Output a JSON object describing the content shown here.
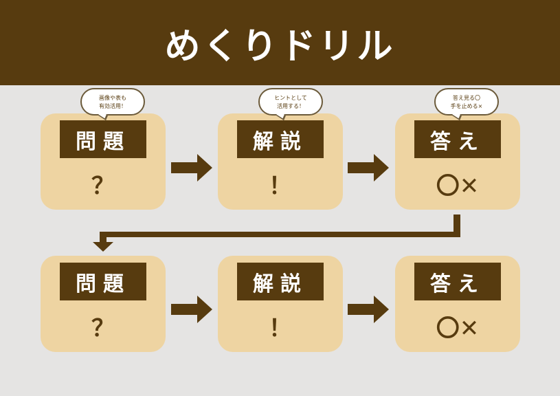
{
  "title": "めくりドリル",
  "rows": [
    [
      {
        "label": "問題",
        "symbol": "？"
      },
      {
        "label": "解説",
        "symbol": "！"
      },
      {
        "label": "答え",
        "symbol": "〇✕"
      }
    ],
    [
      {
        "label": "問題",
        "symbol": "？"
      },
      {
        "label": "解説",
        "symbol": "！"
      },
      {
        "label": "答え",
        "symbol": "〇✕"
      }
    ]
  ],
  "bubbles": [
    {
      "line1": "画像や表も",
      "line2": "有効活用！"
    },
    {
      "line1": "ヒントとして",
      "line2": "活用する！"
    },
    {
      "line1": "答え見る〇",
      "line2": "手を止める×"
    }
  ],
  "colors": {
    "brown": "#573b0f",
    "card": "#eed4a2",
    "background": "#e5e4e3"
  }
}
